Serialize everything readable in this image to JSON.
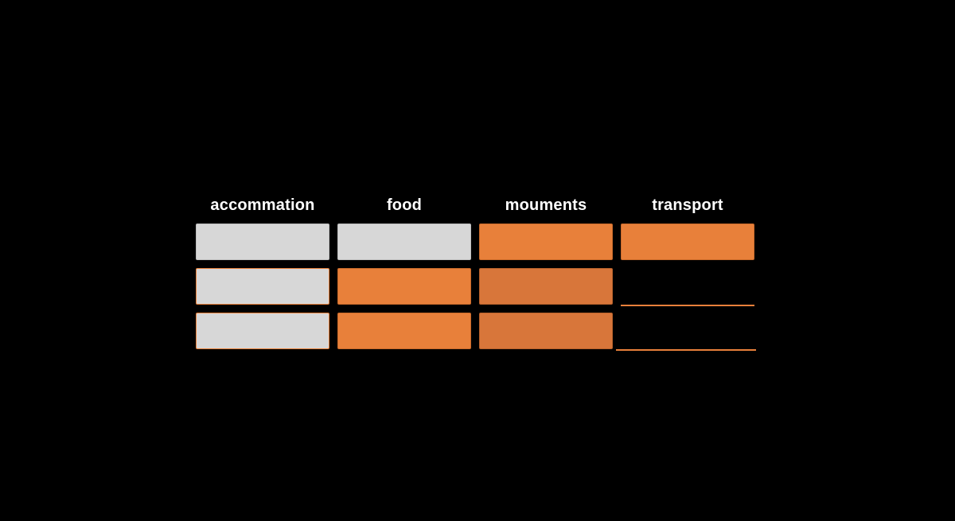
{
  "columns": [
    {
      "label": "accommation"
    },
    {
      "label": "food"
    },
    {
      "label": "mouments"
    },
    {
      "label": "transport"
    }
  ],
  "grid": {
    "rows": 3,
    "cells": [
      [
        "grey",
        "grey",
        "orange",
        "orange"
      ],
      [
        "grey",
        "orange",
        "orange-dark",
        "empty"
      ],
      [
        "grey",
        "orange",
        "orange-dark",
        "empty"
      ]
    ]
  },
  "colors": {
    "background": "#000000",
    "orange": "#e8803a",
    "orange_dark": "#d8763a",
    "grey": "#d7d7d7",
    "label": "#ffffff"
  }
}
